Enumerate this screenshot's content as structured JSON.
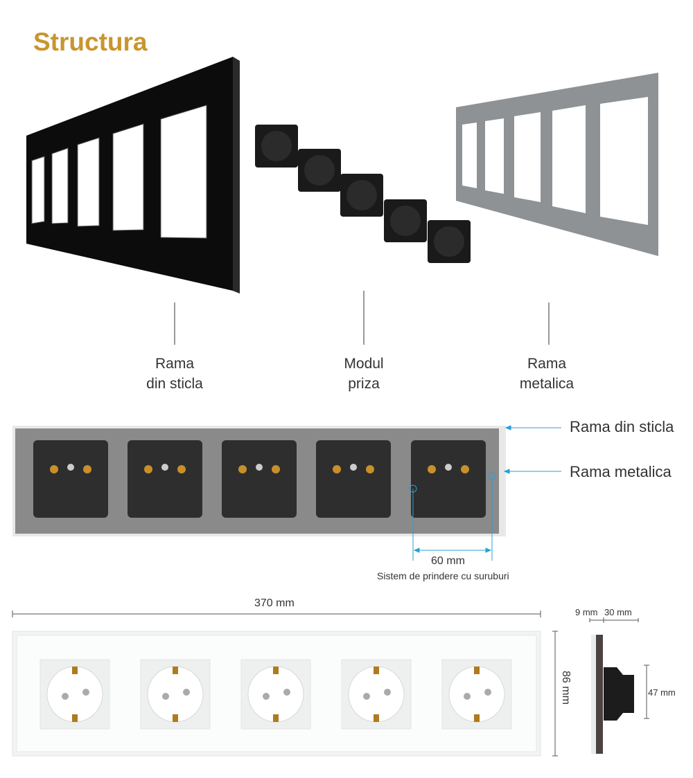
{
  "title": "Structura",
  "exploded_labels": [
    {
      "line1": "Rama",
      "line2": "din sticla"
    },
    {
      "line1": "Modul",
      "line2": "priza"
    },
    {
      "line1": "Rama",
      "line2": "metalica"
    }
  ],
  "back_view": {
    "callout_glass": "Rama din sticla",
    "callout_metal": "Rama metalica",
    "screw_distance": "60 mm",
    "screw_caption": "Sistem de prindere cu suruburi"
  },
  "dimensions": {
    "width": "370 mm",
    "height": "86 mm",
    "glass_depth": "9 mm",
    "module_depth": "30 mm",
    "module_height": "47 mm"
  },
  "colors": {
    "accent": "#c9952f",
    "callout": "#2a9fd6",
    "glass_black": "#111111",
    "metal": "#8c8c8c"
  }
}
